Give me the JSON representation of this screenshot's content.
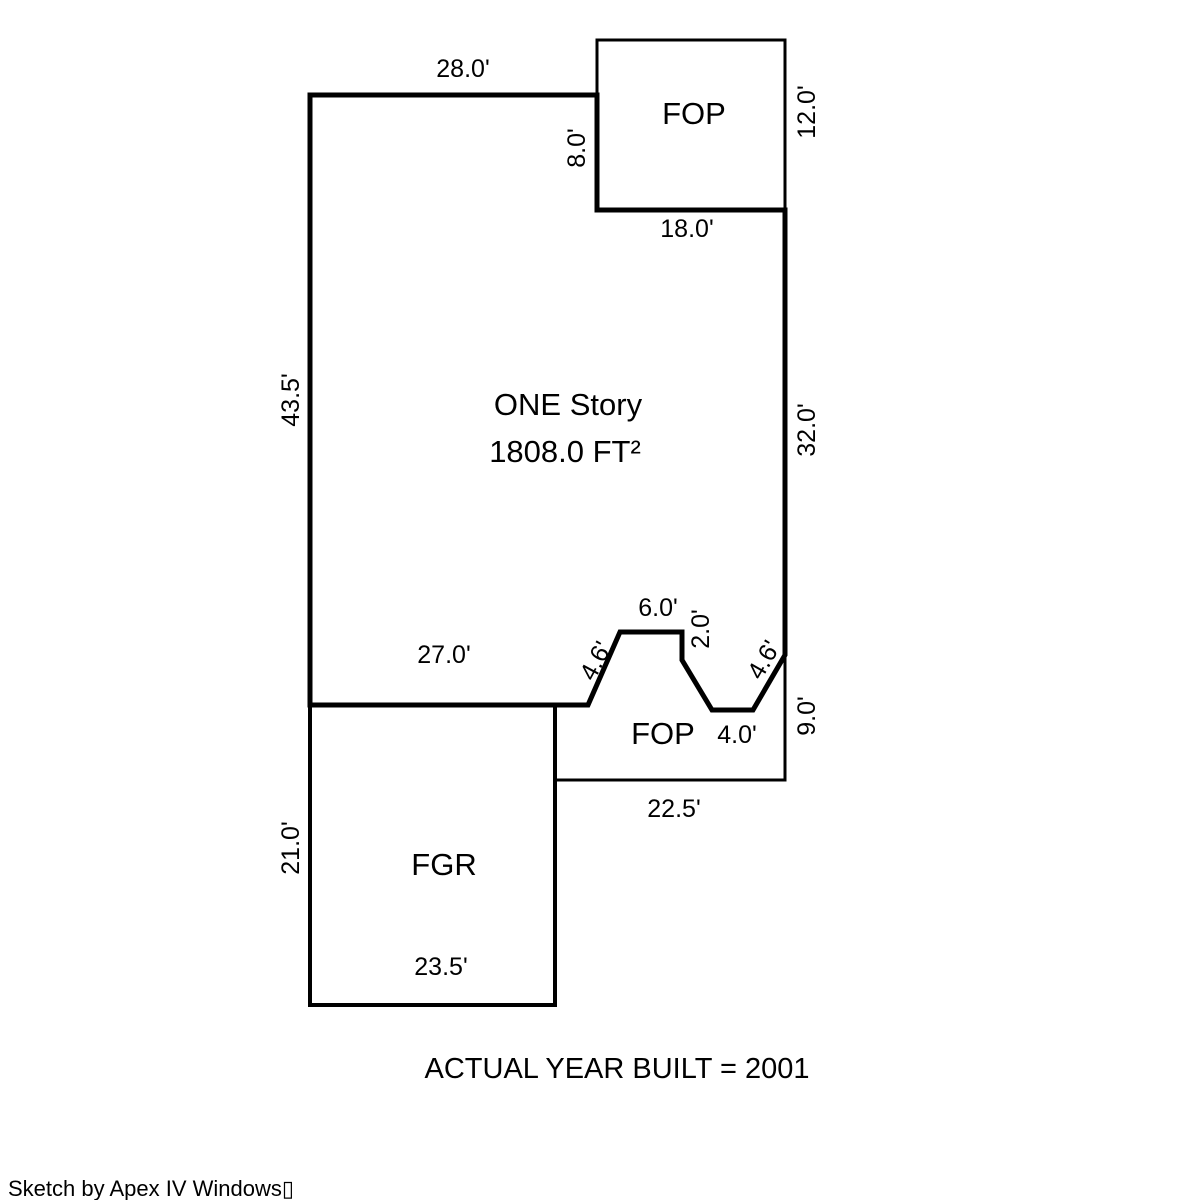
{
  "floorplan": {
    "main": {
      "label_line1": "ONE Story",
      "label_line2": "1808.0 FT²",
      "dim_top": "28.0'",
      "dim_left": "43.5'",
      "dim_right": "32.0'",
      "dim_bottom": "27.0'"
    },
    "fop_top": {
      "label": "FOP",
      "dim_left": "8.0'",
      "dim_right": "12.0'",
      "dim_bottom": "18.0'"
    },
    "notch": {
      "dim_top": "6.0'",
      "dim_right": "2.0'",
      "dim_left_diag": "4.6'",
      "dim_right_diag": "4.6'"
    },
    "fop_bottom": {
      "label": "FOP",
      "dim_wall": "4.0'",
      "dim_right": "9.0'",
      "dim_bottom": "22.5'"
    },
    "fgr": {
      "label": "FGR",
      "dim_left": "21.0'",
      "dim_bottom": "23.5'"
    },
    "footer": {
      "year_text": "ACTUAL YEAR BUILT = 2001",
      "credit_text": "Sketch by Apex IV Windows▯"
    }
  }
}
